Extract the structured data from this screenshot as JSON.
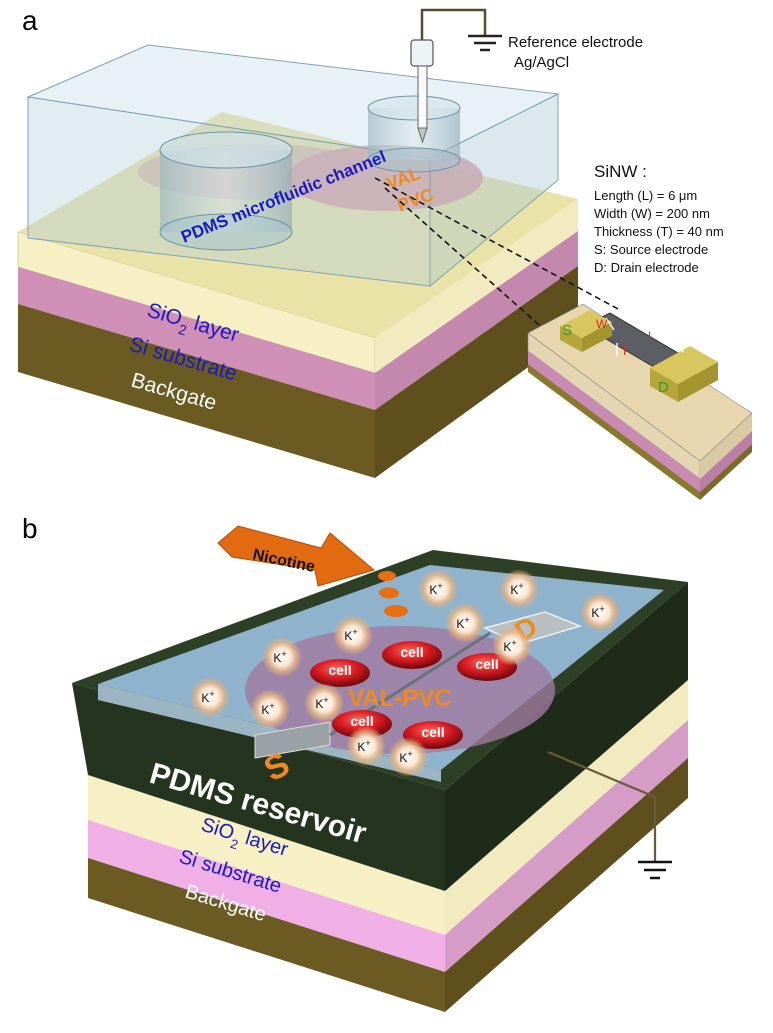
{
  "panel_a": {
    "letter": "a",
    "reference_electrode": {
      "line1": "Reference electrode",
      "line2": "Ag/AgCl"
    },
    "channel_label": "PDMS microfluidic channel",
    "membrane_label": {
      "line1": "VAL",
      "line2": "PVC"
    },
    "layers": {
      "sio2": "SiO",
      "sio2_sub": "2",
      "sio2_rest": " layer",
      "si": "Si substrate",
      "backgate": "Backgate"
    },
    "sinw": {
      "title": "SiNW :",
      "specs": [
        "Length (L) = 6 μm",
        "Width (W) = 200 nm",
        "Thickness (T) = 40 nm",
        "S: Source electrode",
        "D: Drain electrode"
      ]
    },
    "device_inset": {
      "source": "S",
      "drain": "D",
      "w": "W",
      "l": "L",
      "t": "T"
    }
  },
  "panel_b": {
    "letter": "b",
    "nicotine_label": "Nicotine",
    "ion_label": "K",
    "ion_charge": "+",
    "cell_label": "cell",
    "membrane_label": "VAL-PVC",
    "source": "S",
    "drain": "D",
    "reservoir_label": "PDMS reservoir",
    "layers": {
      "sio2": "SiO",
      "sio2_sub": "2",
      "sio2_rest": " layer",
      "si": "Si substrate",
      "backgate": "Backgate"
    }
  },
  "colors": {
    "sio2": "#f7f0c4",
    "si": "#cf8fb6",
    "backgate": "#6b5a22",
    "pdms_dark": "#24341e",
    "membrane": "#c9a0a8",
    "cell": "#d81b22",
    "electrode": "#b8a53a",
    "nicotine_arrow": "#e26a10",
    "label_blue": "#1a1ac0",
    "label_orange": "#f08a1c"
  }
}
